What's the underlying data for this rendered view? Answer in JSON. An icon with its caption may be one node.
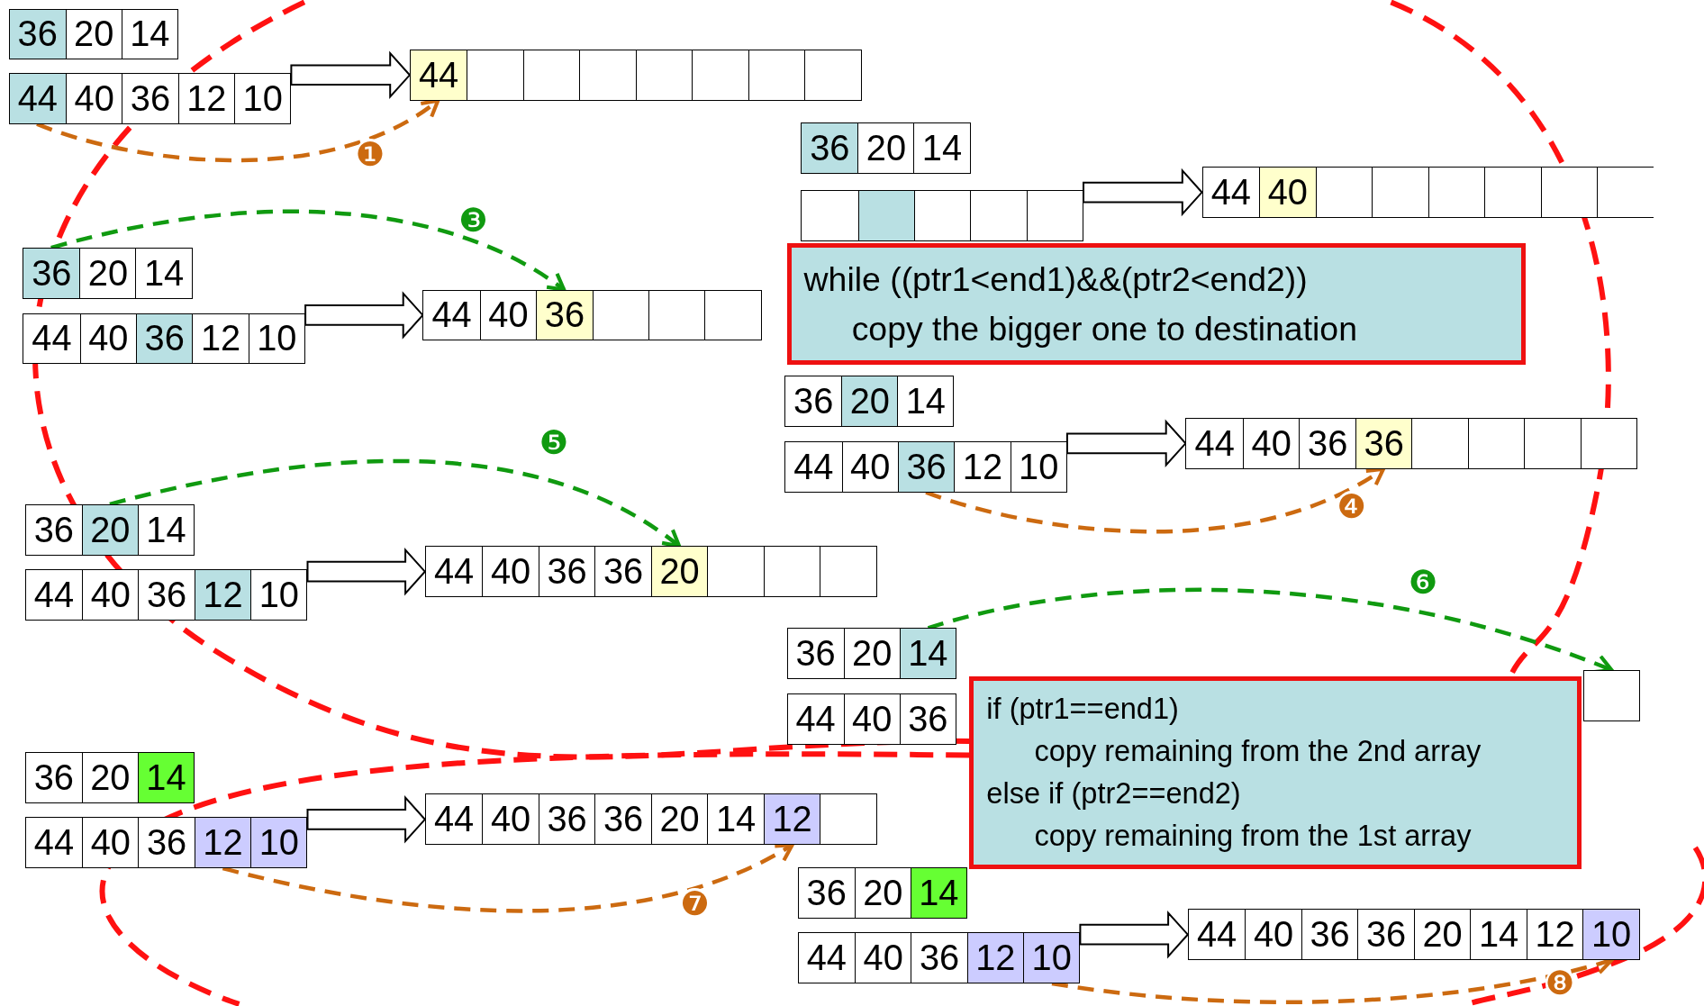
{
  "diagram": {
    "nodes": [
      {
        "text": [
          "36",
          "20",
          "14"
        ]
      },
      {
        "text": [
          "44",
          "40",
          "36",
          "12",
          "10"
        ]
      },
      {
        "text": [
          "44"
        ]
      },
      {
        "text": [
          "36",
          "20",
          "14"
        ]
      },
      {
        "text": [],
        "shape": "box"
      },
      {
        "text": [
          "44",
          "40"
        ]
      },
      {
        "text": [
          "while ((ptr1<end1)&&(ptr2<end2))",
          "copy the bigger one to destination"
        ]
      },
      {
        "text": [
          "36",
          "20",
          "14"
        ]
      },
      {
        "text": [
          "44",
          "40",
          "36",
          "12",
          "10"
        ]
      },
      {
        "text": [
          "44",
          "40",
          "36"
        ]
      },
      {
        "text": [
          "36",
          "20",
          "14"
        ]
      },
      {
        "text": [
          "44",
          "40",
          "36",
          "12",
          "10"
        ]
      },
      {
        "text": [
          "44",
          "40",
          "36",
          "36"
        ]
      },
      {
        "text": [
          "36",
          "20",
          "14"
        ]
      },
      {
        "text": [
          "44",
          "40",
          "36",
          "12",
          "10"
        ]
      },
      {
        "text": [
          "44",
          "40",
          "36",
          "36",
          "20"
        ]
      },
      {
        "text": [
          "36",
          "20",
          "14"
        ]
      },
      {
        "text": [
          "44",
          "40",
          "36"
        ]
      },
      {
        "text": [],
        "shape": "box"
      },
      {
        "text": [
          "if (ptr1==end1)",
          "copy remaining from the 2nd array",
          "else if (ptr2==end2)",
          "copy remaining from the 1st array"
        ]
      },
      {
        "text": [
          "36",
          "20",
          "14"
        ]
      },
      {
        "text": [
          "44",
          "40",
          "36",
          "12",
          "10"
        ]
      },
      {
        "text": [
          "44",
          "40",
          "36",
          "36",
          "20",
          "14",
          "12"
        ]
      },
      {
        "text": [
          "36",
          "20",
          "14"
        ]
      },
      {
        "text": [
          "44",
          "40",
          "36",
          "12",
          "10"
        ]
      },
      {
        "text": [
          "44",
          "40",
          "36",
          "36",
          "20",
          "14",
          "12",
          "10"
        ]
      }
    ],
    "edges": [
      {
        "from": 1,
        "to": 2,
        "arrow": "to",
        "style": "thick"
      },
      {
        "from": 1,
        "to": 2,
        "arrow": "to",
        "label": "❶",
        "style": "dashed",
        "color": "#cc6a10"
      },
      {
        "from": 4,
        "to": 5,
        "arrow": "to",
        "style": "thick"
      },
      {
        "from": 8,
        "to": 9,
        "arrow": "to",
        "style": "thick"
      },
      {
        "from": 7,
        "to": 9,
        "arrow": "to",
        "label": "❸",
        "style": "dashed",
        "color": "#109a10"
      },
      {
        "from": 11,
        "to": 12,
        "arrow": "to",
        "style": "thick"
      },
      {
        "from": 11,
        "to": 12,
        "arrow": "to",
        "label": "❹",
        "style": "dashed",
        "color": "#cc6a10"
      },
      {
        "from": 14,
        "to": 15,
        "arrow": "to",
        "style": "thick"
      },
      {
        "from": 13,
        "to": 15,
        "arrow": "to",
        "label": "❺",
        "style": "dashed",
        "color": "#109a10"
      },
      {
        "from": 16,
        "to": 18,
        "arrow": "to",
        "label": "❻",
        "style": "dashed",
        "color": "#109a10"
      },
      {
        "from": 21,
        "to": 22,
        "arrow": "to",
        "style": "thick"
      },
      {
        "from": 21,
        "to": 22,
        "arrow": "to",
        "label": "❼",
        "style": "dashed",
        "color": "#cc6a10"
      },
      {
        "from": 24,
        "to": 25,
        "arrow": "to",
        "style": "thick"
      },
      {
        "from": 24,
        "to": 25,
        "arrow": "to",
        "label": "❽",
        "style": "dashed",
        "color": "#cc6a10"
      }
    ]
  }
}
